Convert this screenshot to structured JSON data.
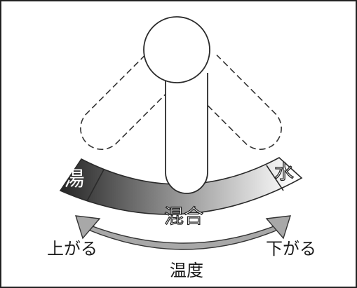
{
  "labels": {
    "hot": "湯",
    "cold": "水",
    "mix": "混合",
    "temp_up": "上がる",
    "temp_down": "下がる",
    "temperature": "温度"
  },
  "colors": {
    "gradient_hot": "#262626",
    "gradient_mid": "#8a8a8a",
    "gradient_cold": "#ffffff",
    "arrow_fill": "#a8a8a8",
    "outline": "#2a2a2a"
  }
}
